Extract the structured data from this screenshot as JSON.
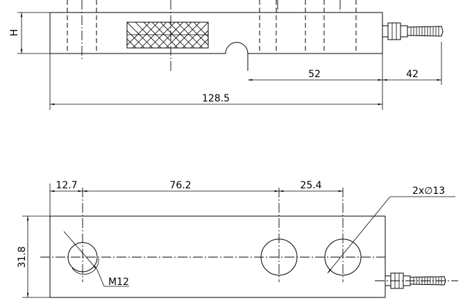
{
  "side_view": {
    "height_label": "H",
    "dim_52": "52",
    "dim_42": "42",
    "dim_total": "128.5"
  },
  "top_view": {
    "dim_12_7": "12.7",
    "dim_76_2": "76.2",
    "dim_25_4": "25.4",
    "dim_width": "31.8",
    "hole_callout": "2x∅13",
    "thread_callout": "M12"
  }
}
